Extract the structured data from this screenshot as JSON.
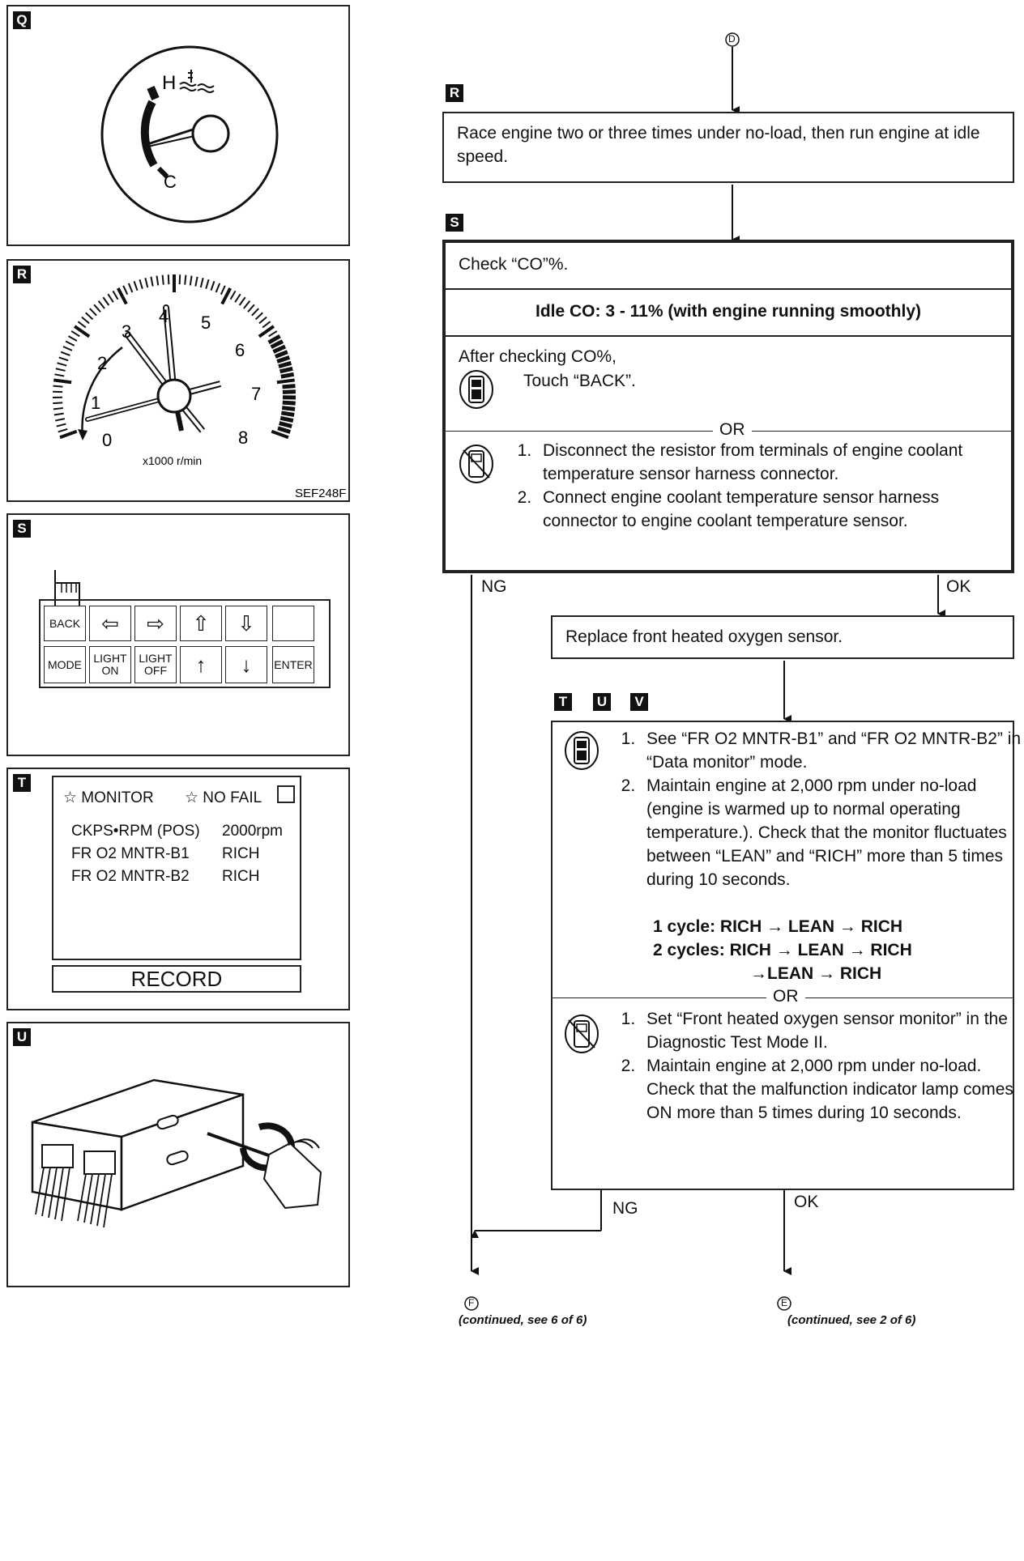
{
  "panels": {
    "q": {
      "tag": "Q",
      "gauge_h": "H",
      "gauge_c": "C"
    },
    "r": {
      "tag": "R",
      "ticks": [
        "0",
        "1",
        "2",
        "3",
        "4",
        "5",
        "6",
        "7",
        "8"
      ],
      "unit": "x1000 r/min",
      "ref": "SEF248F"
    },
    "s": {
      "tag": "S",
      "keys": {
        "back": "BACK",
        "mode": "MODE",
        "light_on": "LIGHT ON",
        "light_off": "LIGHT OFF",
        "enter": "ENTER"
      }
    },
    "t": {
      "tag": "T",
      "header_monitor": "☆ MONITOR",
      "header_nofail": "☆ NO  FAIL",
      "rows": [
        {
          "label": "CKPS•RPM (POS)",
          "value": "2000rpm"
        },
        {
          "label": "FR O2 MNTR-B1",
          "value": "RICH"
        },
        {
          "label": "FR O2 MNTR-B2",
          "value": "RICH"
        }
      ],
      "record": "RECORD"
    },
    "u": {
      "tag": "U"
    }
  },
  "flow": {
    "start_connector": "D",
    "r": {
      "tag": "R",
      "text": "Race engine two or three times under no-load, then run engine at idle speed."
    },
    "s": {
      "tag": "S",
      "check": "Check “CO”%.",
      "spec": "Idle CO: 3 - 11% (with engine running smoothly)",
      "after": "After checking CO%,",
      "touch": "Touch “BACK”.",
      "or": "OR",
      "steps": [
        "Disconnect the resistor from terminals of engine coolant temperature sensor harness connector.",
        "Connect engine coolant temperature sensor har­ness connector to engine coolant temperature sen­sor."
      ]
    },
    "ng_label": "NG",
    "ok_label": "OK",
    "replace": "Replace front heated oxygen sensor.",
    "tuv": {
      "tags": [
        "T",
        "U",
        "V"
      ],
      "steps_a": [
        "See “FR O2 MNTR-B1” and “FR O2 MNTR-B2” in “Data monitor” mode.",
        "Maintain engine at 2,000 rpm under no-load (engine is warmed up to nor­mal operating temperature.). Check that the monitor fluctuates between “LEAN” and “RICH” more than 5 times during 10 seconds."
      ],
      "cycle1_label": "1 cycle:",
      "cycle1": "RICH → LEAN → RICH",
      "cycle2_label": "2 cycles:",
      "cycle2a": "RICH → LEAN → RICH",
      "cycle2b": "→LEAN → RICH",
      "or": "OR",
      "steps_b": [
        "Set “Front heated oxygen sensor monitor” in the Diagnostic Test Mode II.",
        "Maintain engine at 2,000 rpm under no-load. Check that the malfunction indicator lamp comes ON more than 5 times during 10 seconds."
      ]
    },
    "ng2_label": "NG",
    "ok2_label": "OK",
    "end_f": {
      "connector": "F",
      "text": "(continued, see 6 of 6)"
    },
    "end_e": {
      "connector": "E",
      "text": "(continued, see 2 of 6)"
    }
  }
}
